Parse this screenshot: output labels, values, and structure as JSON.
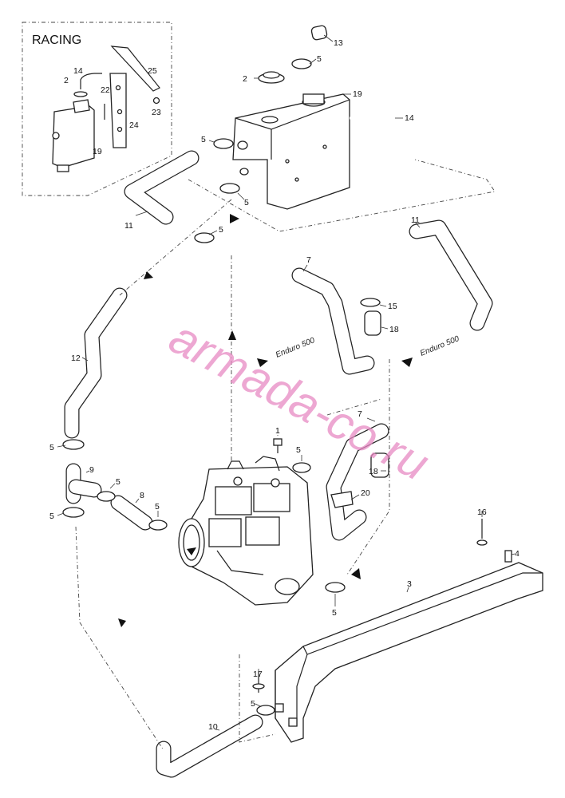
{
  "diagram": {
    "racing_box_title": "RACING",
    "variant_label": "Enduro 500",
    "watermark": "armada-co.ru",
    "callouts": [
      "1",
      "2",
      "3",
      "4",
      "5",
      "7",
      "8",
      "9",
      "10",
      "11",
      "12",
      "13",
      "14",
      "15",
      "16",
      "17",
      "18",
      "19",
      "20",
      "22",
      "23",
      "24",
      "25"
    ]
  }
}
